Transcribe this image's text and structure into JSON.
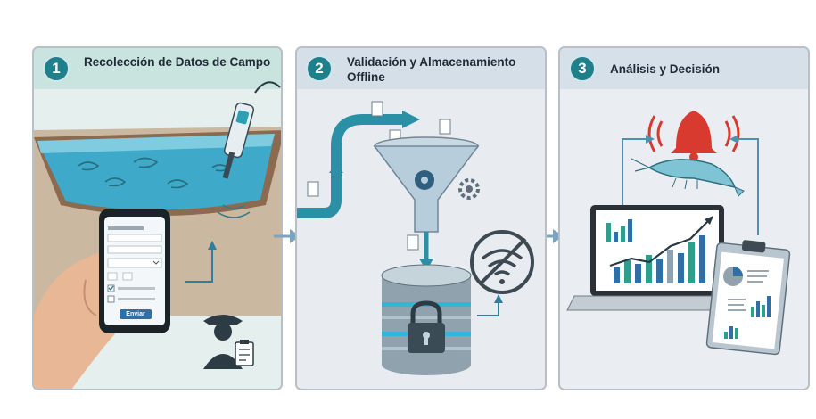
{
  "steps": [
    {
      "number": "1",
      "title": "Recolección de Datos de Campo"
    },
    {
      "number": "2",
      "title": "Validación y Almacenamiento Offline"
    },
    {
      "number": "3",
      "title": "Análisis y Decisión"
    }
  ],
  "phone_form": {
    "submit_label": "Enviar"
  },
  "colors": {
    "accent": "#1f7f8a",
    "alert": "#d93a2f",
    "panel_border": "#b9bfc6"
  }
}
